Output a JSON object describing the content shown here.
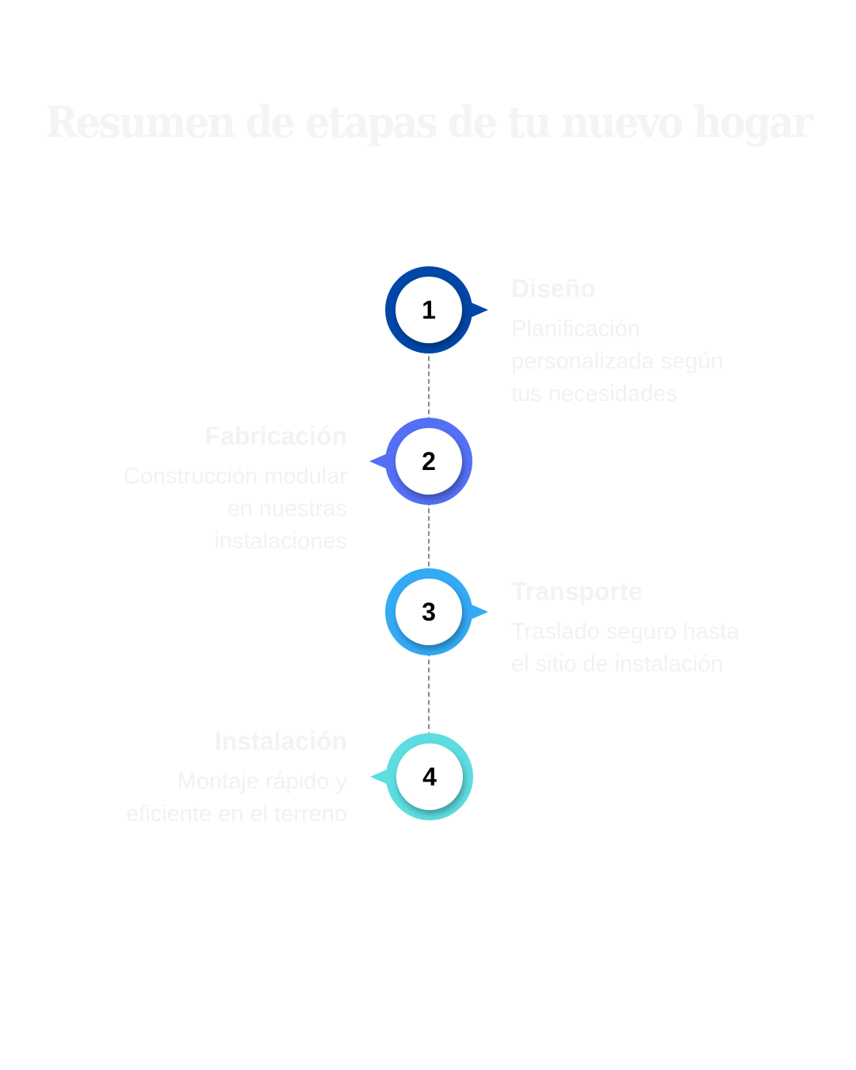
{
  "title": "Resumen de etapas de tu nuevo hogar",
  "steps": [
    {
      "number": "1",
      "heading": "Diseño",
      "description": "Planificación personalizada según tus necesidades",
      "color": "#0047a8"
    },
    {
      "number": "2",
      "heading": "Fabricación",
      "description": "Construcción modular en nuestras instalaciones",
      "color": "#5470f5"
    },
    {
      "number": "3",
      "heading": "Transporte",
      "description": "Traslado seguro hasta el sitio de instalación",
      "color": "#33aaf5"
    },
    {
      "number": "4",
      "heading": "Instalación",
      "description": "Montaje rápido y eficiente en el terreno",
      "color": "#5ddde0"
    }
  ]
}
